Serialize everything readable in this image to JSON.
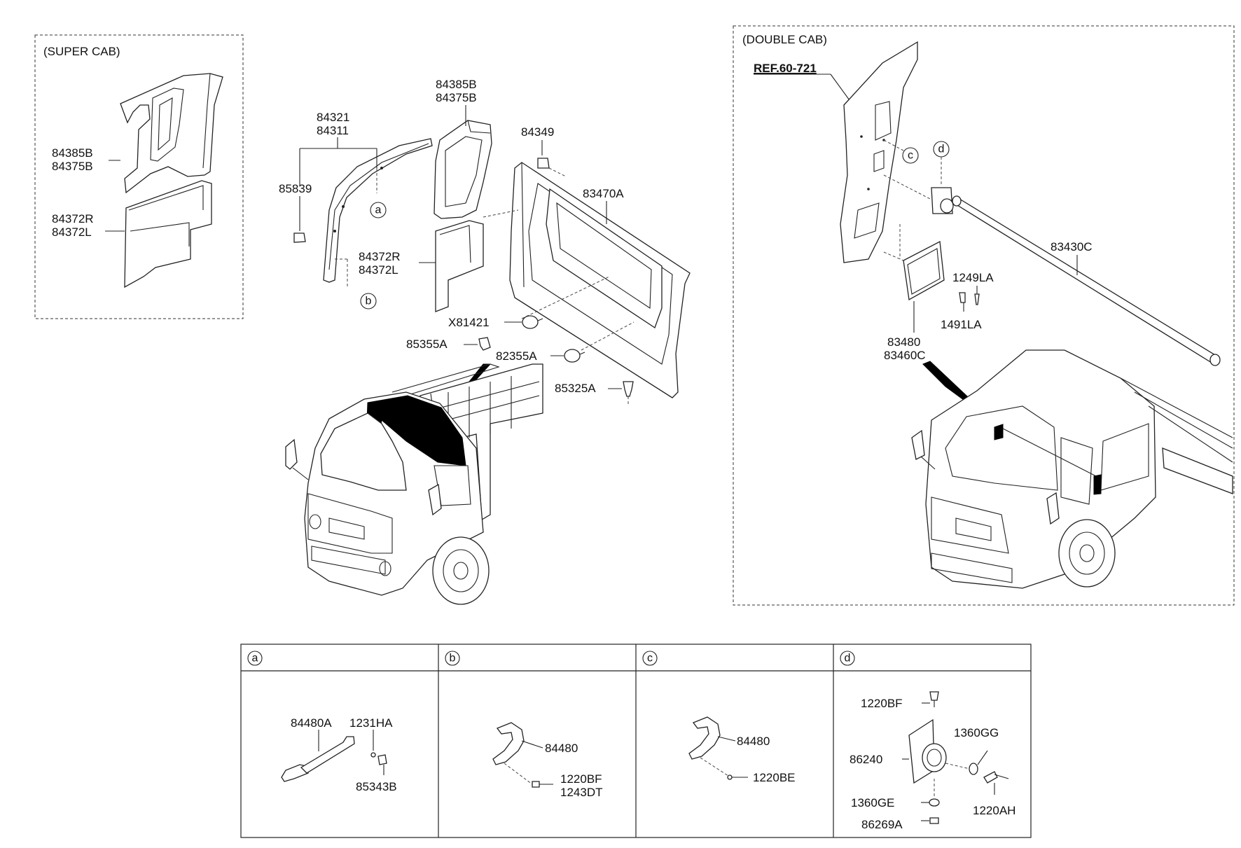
{
  "sections": {
    "super_cab": "(SUPER CAB)",
    "double_cab": "(DOUBLE CAB)",
    "ref": "REF.60-721"
  },
  "callouts": {
    "a": "a",
    "b": "b",
    "c": "c",
    "d": "d"
  },
  "super_cab_labels": {
    "upper_1": "84385B",
    "upper_2": "84375B",
    "lower_1": "84372R",
    "lower_2": "84372L"
  },
  "main_labels": {
    "trim_a_1": "84321",
    "trim_a_2": "84311",
    "clip": "85839",
    "upper_1": "84385B",
    "upper_2": "84375B",
    "lower_1": "84372R",
    "lower_2": "84372L",
    "fastener": "84349",
    "panel": "83470A",
    "x_clip": "X81421",
    "holder": "85355A",
    "clip_2": "82355A",
    "screw": "85325A"
  },
  "double_cab_labels": {
    "bar": "83430C",
    "bolt_1": "1249LA",
    "bolt_2": "1491LA",
    "bracket_1": "83480",
    "bracket_2": "83460C"
  },
  "detail_table": {
    "headers": [
      "a",
      "b",
      "c",
      "d"
    ],
    "a": {
      "strap": "84480A",
      "screw": "1231HA",
      "cap": "85343B"
    },
    "b": {
      "hook": "84480",
      "screw_1": "1220BF",
      "screw_2": "1243DT"
    },
    "c": {
      "hook": "84480",
      "screw": "1220BE"
    },
    "d": {
      "screw_top": "1220BF",
      "washer_r": "1360GG",
      "bracket": "86240",
      "washer_b": "1360GE",
      "bolt": "1220AH",
      "nut": "86269A"
    }
  }
}
